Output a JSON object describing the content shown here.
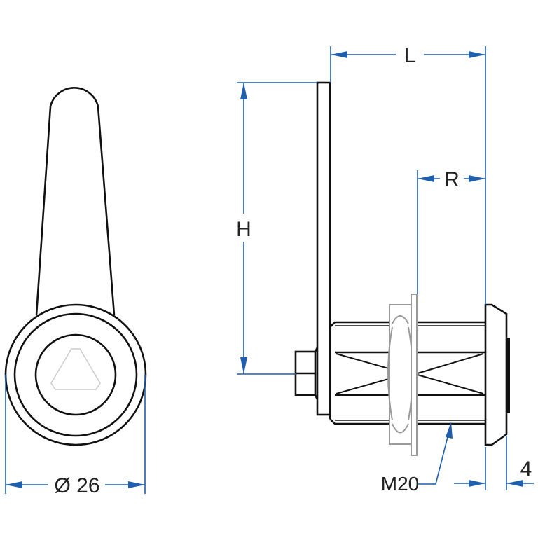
{
  "colors": {
    "dimension": "#1f5fae",
    "outline": "#111111",
    "nut": "#9a9a9a"
  },
  "dimensions": {
    "diameter": "Ø 26",
    "length": "L",
    "height": "H",
    "reach": "R",
    "thread": "M20",
    "bezel": "4"
  }
}
